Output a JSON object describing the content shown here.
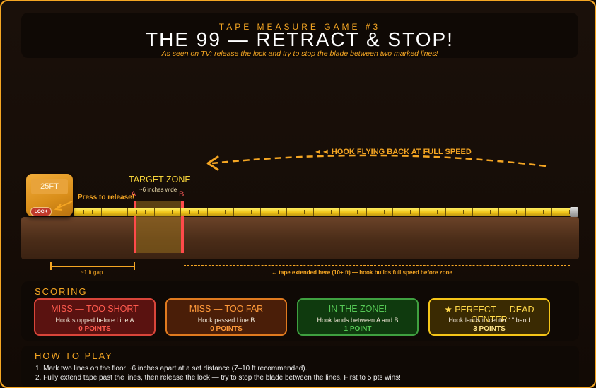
{
  "header": {
    "subtitle": "TAPE MEASURE GAME #3",
    "title": "THE 99 — RETRACT & STOP!",
    "tagline": "As seen on TV: release the lock and try to stop the blade between two marked lines!"
  },
  "scene": {
    "speed_callout": "◄◄ HOOK FLYING BACK AT FULL SPEED",
    "tape_label": "25FT",
    "lock_label": "LOCK",
    "press_label": "Press to release!",
    "zone_title": "TARGET ZONE",
    "zone_subtitle": "~6 inches wide",
    "line_a": "A",
    "line_b": "B",
    "gap_label": "~1 ft gap",
    "extension_label": "← tape extended here (10+ ft) — hook builds full speed before zone"
  },
  "scoring": {
    "title": "SCORING",
    "cards": [
      {
        "title": "MISS — TOO SHORT",
        "desc": "Hook stopped before Line A",
        "points": "0 POINTS"
      },
      {
        "title": "MISS — TOO FAR",
        "desc": "Hook passed Line B",
        "points": "0 POINTS"
      },
      {
        "title": "IN THE ZONE!",
        "desc": "Hook lands between A and B",
        "points": "1 POINT"
      },
      {
        "title": "★ PERFECT — DEAD CENTER",
        "desc": "Hook lands in center 1\" band",
        "points": "3 POINTS"
      }
    ]
  },
  "how_to_play": {
    "title": "HOW TO PLAY",
    "rules": [
      "1. Mark two lines on the floor ~6 inches apart at a set distance (7–10 ft recommended).",
      "2. Fully extend tape past the lines, then release the lock — try to stop the blade between the lines. First to 5 pts wins!"
    ]
  },
  "colors": {
    "accent": "#f5a623",
    "miss_short": "#ff5a4e",
    "miss_far": "#ff9a3a",
    "in_zone": "#55c855",
    "perfect": "#ffd84a"
  }
}
